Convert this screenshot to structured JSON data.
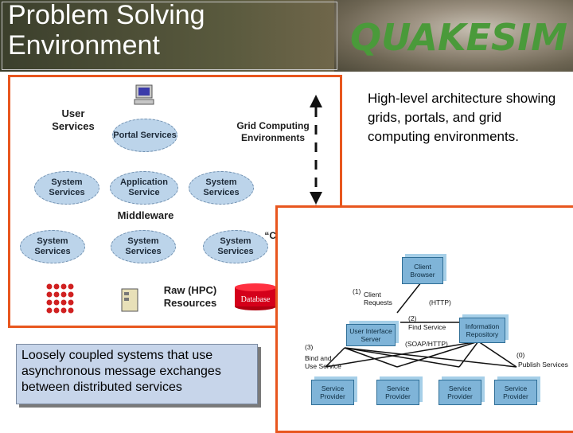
{
  "header": {
    "title_line1": "Problem Solving",
    "title_line2": "Environment",
    "logo": "QUAKESIM"
  },
  "architecture": {
    "user_services": "User Services",
    "portal_services": "Portal Services",
    "grid_env": "Grid Computing Environments",
    "system_services": "System Services",
    "application_service": "Application Service",
    "middleware": "Middleware",
    "core_grid": "“Core” Grid",
    "raw_resources": "Raw (HPC) Resources",
    "database": "Database"
  },
  "description": "High-level architecture showing grids, portals, and grid computing environments.",
  "note": "Loosely coupled systems that use asynchronous message exchanges between distributed services",
  "service_diagram": {
    "client_browser": "Client Browser",
    "step1": "(1)",
    "client_requests": "Client Requests",
    "http": "(HTTP)",
    "step2": "(2)",
    "find_service": "Find Service",
    "ui_server": "User Interface Server",
    "soap_http": "(SOAP/HTTP)",
    "info_repo": "Information Repository",
    "step3": "(3)",
    "bind_use": "Bind and Use Service",
    "step0": "(0)",
    "publish": "Publish Services",
    "provider": "Service Provider"
  }
}
